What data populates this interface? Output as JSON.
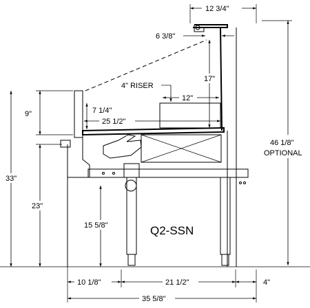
{
  "model": "Q2-SSN",
  "dimensions": {
    "top_width": "12 3/4\"",
    "glass_setback": "6 3/8\"",
    "riser_label": "4\" RISER",
    "riser_depth": "12\"",
    "glass_height": "17\"",
    "front_glass_height": "7 1/4\"",
    "well_depth": "25 1/2\"",
    "front_height": "9\"",
    "overall_height": "33\"",
    "counter_height": "23\"",
    "leg_height": "15 5/8\"",
    "optional_height": "46 1/8\"",
    "optional_label": "OPTIONAL",
    "front_overhang": "10 1/8\"",
    "leg_span": "21 1/2\"",
    "rear_overhang": "4\"",
    "overall_depth": "35 5/8\""
  }
}
